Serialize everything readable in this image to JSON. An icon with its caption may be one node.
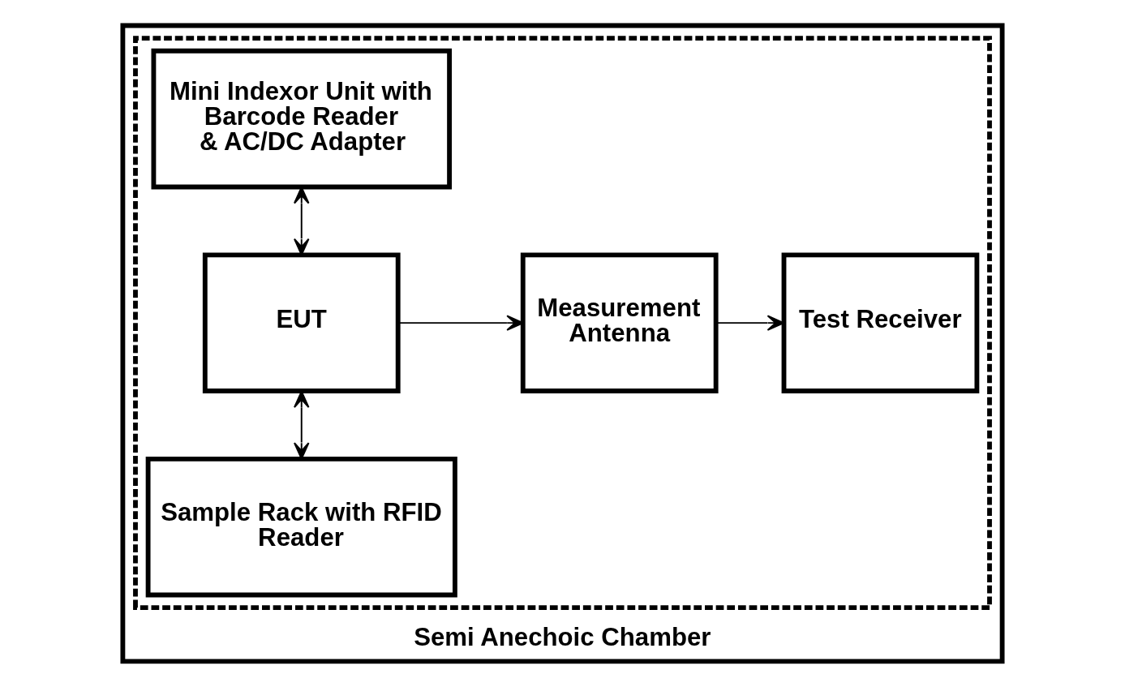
{
  "diagram": {
    "nodes": [
      {
        "text": [
          "Semi Anechoic Chamber"
        ]
      },
      {
        "text": [],
        "shape": "box",
        "in": 0
      },
      {
        "text": [
          "Sample Rack with RFID Reader"
        ],
        "in": 1
      },
      {
        "text": [
          "EUT"
        ],
        "in": 1
      },
      {
        "text": [
          "Measurement Antenna"
        ],
        "in": 1
      },
      {
        "text": [
          "Test Receiver"
        ],
        "in": 1
      },
      {
        "text": [
          "Mini Indexor Unit with Barcode Reader & AC/DC Adapter"
        ],
        "in": 1
      }
    ],
    "edges": [
      {
        "from": 2,
        "to": 3,
        "arrow": "both"
      },
      {
        "from": 3,
        "to": 4,
        "arrow": "to"
      },
      {
        "from": 4,
        "to": 5,
        "arrow": "to"
      },
      {
        "from": 3,
        "to": 6,
        "arrow": "both"
      }
    ]
  }
}
